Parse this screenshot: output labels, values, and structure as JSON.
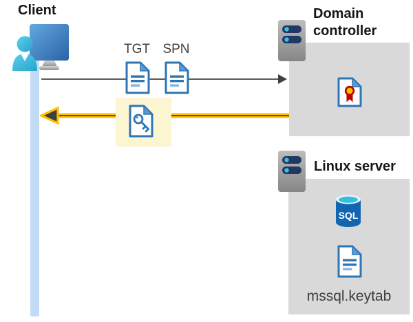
{
  "diagram": {
    "client": {
      "label": "Client"
    },
    "request": {
      "tgt_label": "TGT",
      "spn_label": "SPN"
    },
    "domain_controller": {
      "label": "Domain controller"
    },
    "linux_server": {
      "label": "Linux server",
      "sql_badge": "SQL",
      "keytab_label": "mssql.keytab"
    },
    "icons": {
      "client": "person-at-monitor-icon",
      "ticket_document": "document-icon",
      "session_key": "key-document-icon",
      "certificate": "certificate-icon",
      "server": "server-icon",
      "sql_database": "sql-database-icon"
    },
    "colors": {
      "doc_blue": "#2e75b6",
      "fold_blue": "#5b9bd5",
      "doc_line_light": "#8ab4e0",
      "highlight_yellow": "#fbf5d2",
      "arrow_yellow": "#ffc000",
      "arrow_dark": "#3f3f3f",
      "gray_line": "#595959",
      "panel_gray": "#d9d9d9",
      "timeline_blue": "#c3dcf6",
      "server_bar_navy": "#1f3864",
      "server_dot_cyan": "#41c0dd",
      "sql_body_blue": "#1266b1",
      "sql_top_cyan": "#35bfdf",
      "cert_red": "#c00000",
      "cert_gold": "#ffc000"
    }
  }
}
